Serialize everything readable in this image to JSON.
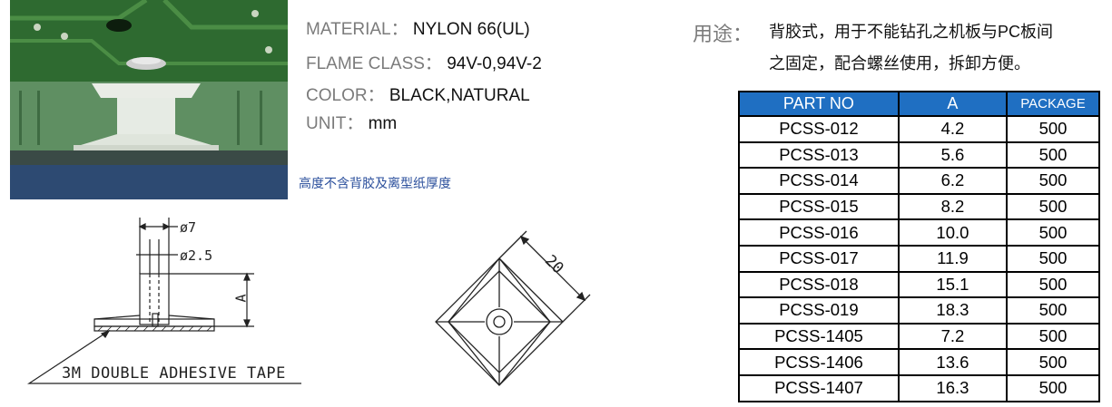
{
  "specs": {
    "material": {
      "label": "MATERIAL：",
      "value": "NYLON 66(UL)"
    },
    "flame_class": {
      "label": "FLAME CLASS：",
      "value": "94V-0,94V-2"
    },
    "color": {
      "label": "COLOR：",
      "value": "BLACK,NATURAL"
    },
    "unit": {
      "label": "UNIT：",
      "value": "mm"
    }
  },
  "photo_caption": "高度不含背胶及离型纸厚度",
  "usage": {
    "label": "用途：",
    "line1": "背胶式，用于不能钻孔之机板与PC板间",
    "line2": "之固定，配合螺丝使用，拆卸方便。"
  },
  "table": {
    "headers": [
      "PART NO",
      "A",
      "PACKAGE"
    ],
    "rows": [
      [
        "PCSS-012",
        "4.2",
        "500"
      ],
      [
        "PCSS-013",
        "5.6",
        "500"
      ],
      [
        "PCSS-014",
        "6.2",
        "500"
      ],
      [
        "PCSS-015",
        "8.2",
        "500"
      ],
      [
        "PCSS-016",
        "10.0",
        "500"
      ],
      [
        "PCSS-017",
        "11.9",
        "500"
      ],
      [
        "PCSS-018",
        "15.1",
        "500"
      ],
      [
        "PCSS-019",
        "18.3",
        "500"
      ],
      [
        "PCSS-1405",
        "7.2",
        "500"
      ],
      [
        "PCSS-1406",
        "13.6",
        "500"
      ],
      [
        "PCSS-1407",
        "16.3",
        "500"
      ]
    ]
  },
  "side_drawing": {
    "dim_outer": "ø7",
    "dim_inner": "ø2.5",
    "dim_height": "A",
    "tape_label": "3M DOUBLE ADHESIVE TAPE"
  },
  "top_drawing": {
    "dim_width": "20"
  },
  "colors": {
    "header_blue": "#1f6fc2",
    "spec_label_gray": "#7b7b7b",
    "caption_blue": "#2b4f9c",
    "pcb_green": "#2f6b34"
  }
}
